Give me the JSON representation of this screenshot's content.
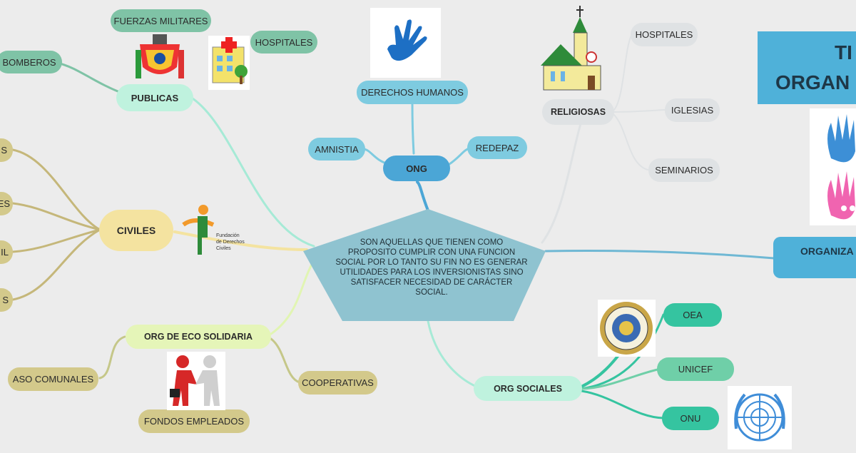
{
  "center": {
    "text": "SON AQUELLAS QUE TIENEN COMO PROPOSITO CUMPLIR CON UNA FUNCION SOCIAL POR LO TANTO SU FIN NO ES GENERAR UTILIDADES PARA LOS INVERSIONISTAS SINO SATISFACER NECESIDAD DE CARÁCTER SOCIAL."
  },
  "title": {
    "line1": "TI",
    "line2": "ORGAN"
  },
  "organiza": {
    "label": "ORGANIZA"
  },
  "publicas": {
    "label": "PUBLICAS",
    "children": {
      "fuerzas": "FUERZAS MILITARES",
      "hospitales": "HOSPITALES",
      "bomberos": "BOMBEROS"
    }
  },
  "ong": {
    "label": "ONG",
    "children": {
      "derechos": "DERECHOS HUMANOS",
      "amnistia": "AMNISTIA",
      "redepaz": "REDEPAZ"
    }
  },
  "religiosas": {
    "label": "RELIGIOSAS",
    "children": {
      "hospitales": "HOSPITALES",
      "iglesias": "IGLESIAS",
      "seminarios": "SEMINARIOS"
    }
  },
  "civiles": {
    "label": "CIVILES",
    "children": [
      "S",
      "DES",
      "IL",
      "S"
    ],
    "logo_text": [
      "Fundación",
      "de Derechos",
      "Civiles"
    ]
  },
  "eco": {
    "label": "ORG DE ECO SOLIDARIA",
    "children": {
      "aso": "ASO COMUNALES",
      "coop": "COOPERATIVAS",
      "fondos": "FONDOS EMPLEADOS"
    }
  },
  "sociales": {
    "label": "ORG SOCIALES",
    "children": {
      "oea": "OEA",
      "unicef": "UNICEF",
      "onu": "ONU"
    }
  },
  "colors": {
    "background": "#ececec",
    "center": "#8fc3d0",
    "green_pill": "#7fc3a6",
    "mint_pill": "#bff2de",
    "blue_pill": "#7ecbe0",
    "ong_pill": "#4ba6d6",
    "gray_pill": "#dfe2e4",
    "yellow_pill": "#f4e3a0",
    "olive_pill": "#d3c98b",
    "lime_pill": "#e5f5b8",
    "teal_pill": "#35c4a0",
    "title_blue": "#4fb1d9"
  },
  "icons": [
    "hand-logo-icon",
    "coat-of-arms-icon",
    "hospital-icon",
    "church-icon",
    "scarecrow-logo-icon",
    "handshake-icon",
    "oea-seal-icon",
    "un-emblem-icon",
    "hands-icon"
  ]
}
